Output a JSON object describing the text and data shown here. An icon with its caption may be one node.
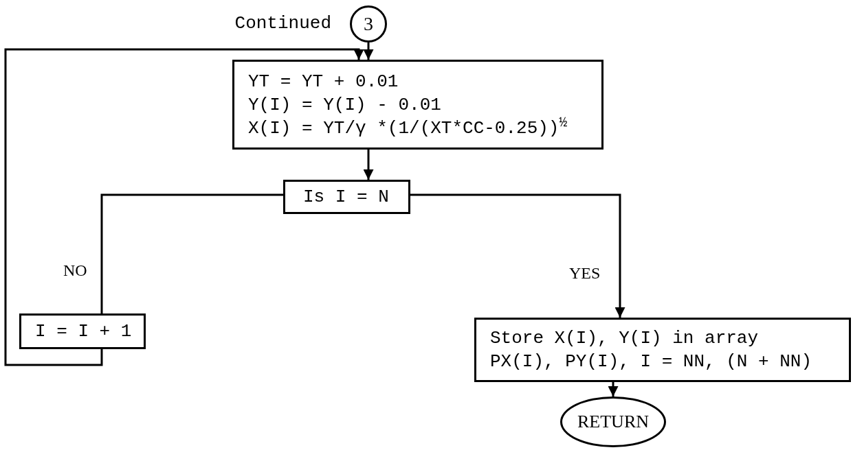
{
  "diagram": {
    "nodes": [
      {
        "text": [
          "3"
        ],
        "beside": [
          "Continued"
        ]
      },
      {
        "text": [
          "YT = YT + 0.01",
          "Y(I) = Y(I) - 0.01",
          "X(I) = YT/γ *(1/(XT*CC-0.25))$^{½}$"
        ]
      },
      {
        "text": [
          "Is I = N"
        ]
      },
      {
        "text": [
          "I = I + 1"
        ]
      },
      {
        "text": [
          "Store X(I), Y(I) in array PX(I), PY(I), I = NN, (N + NN)"
        ]
      },
      {
        "text": [
          "RETURN"
        ]
      }
    ],
    "edges": [
      {
        "from": 0,
        "to": 1,
        "arrow": "to"
      },
      {
        "from": 1,
        "to": 2,
        "arrow": "to"
      },
      {
        "from": 2,
        "to": 3,
        "arrow": "none",
        "label": "NO"
      },
      {
        "from": 2,
        "to": 4,
        "arrow": "to",
        "label": "YES"
      },
      {
        "from": 3,
        "to": 1,
        "arrow": "to"
      },
      {
        "from": 4,
        "to": 5,
        "arrow": "to"
      }
    ]
  }
}
